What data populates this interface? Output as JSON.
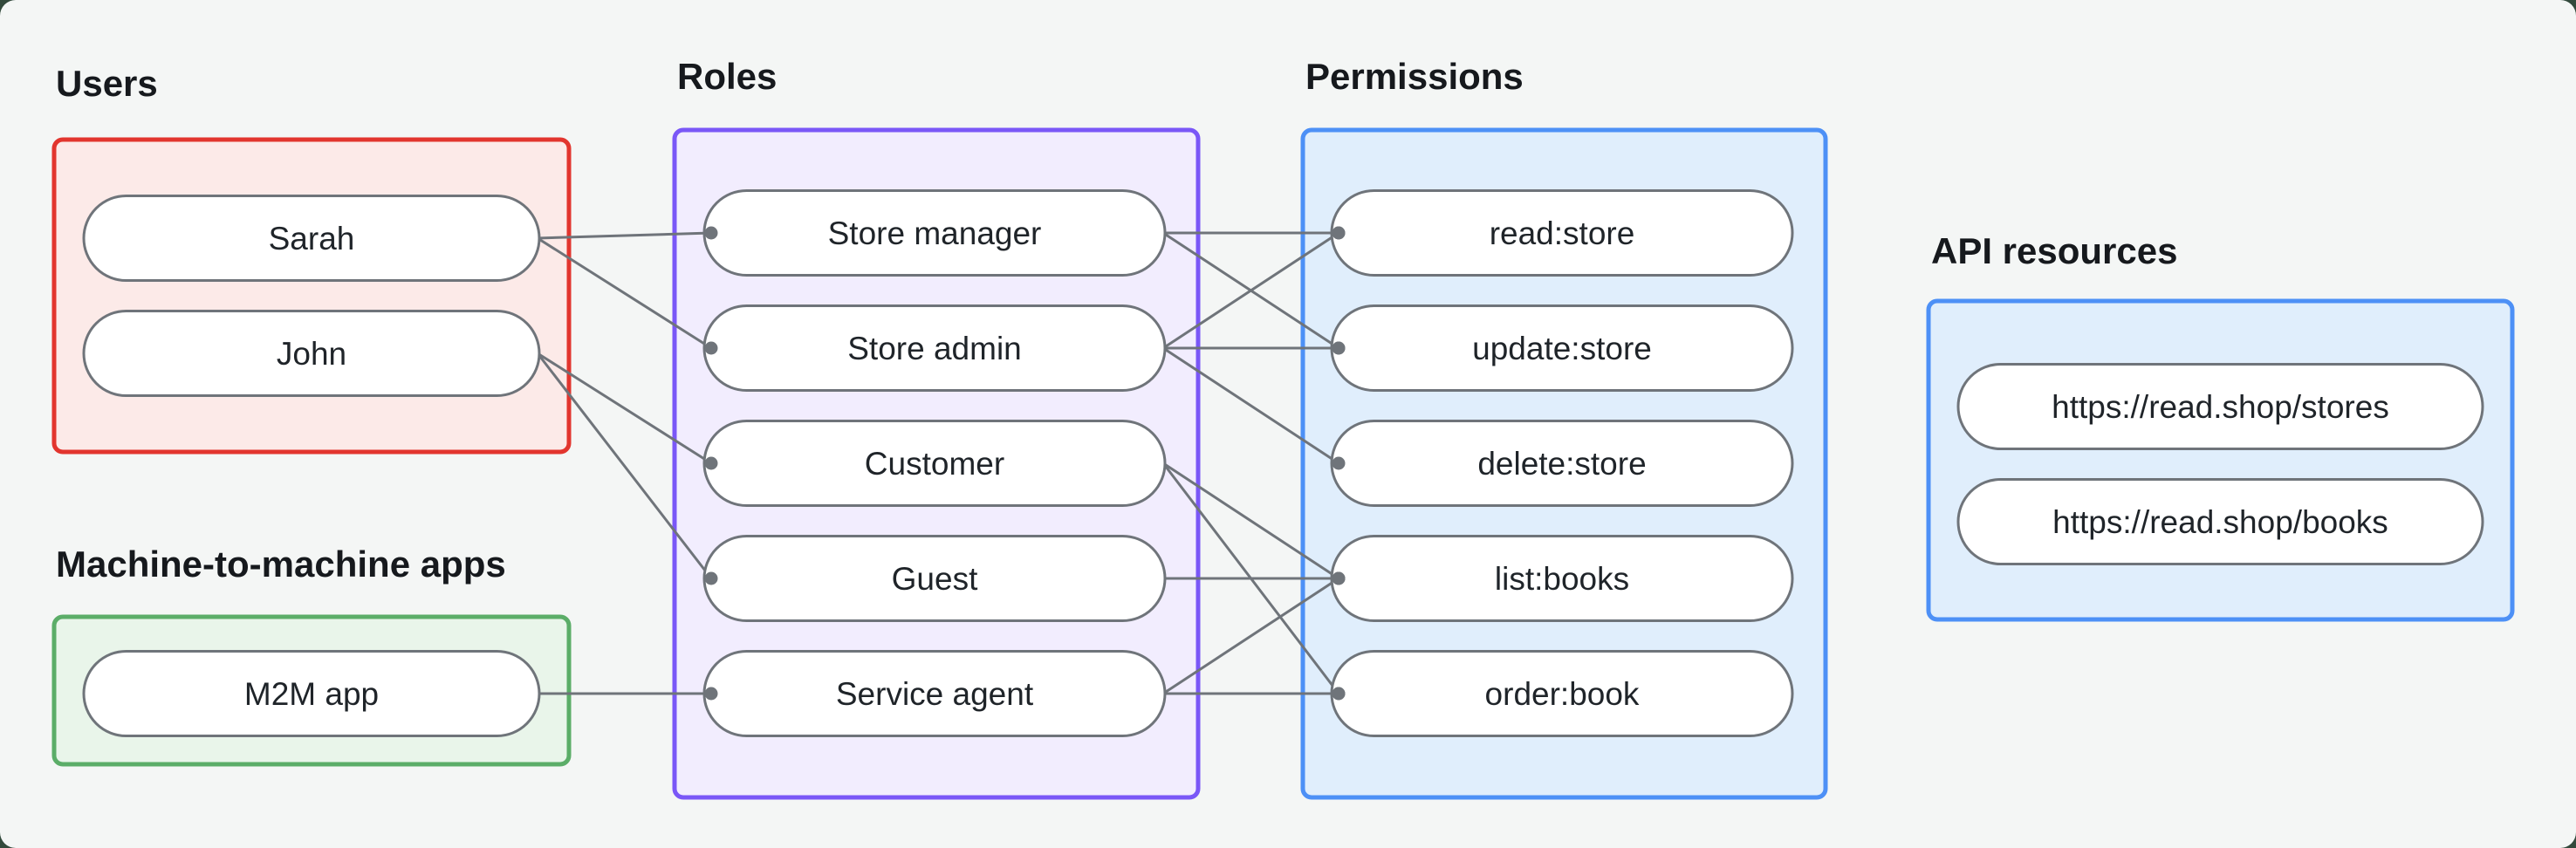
{
  "diagram": {
    "title_hint": "Role-based access control mapping",
    "colors": {
      "canvas_background": "#F4F6F5",
      "outer_background": "#334A3C",
      "edge": "#6F747A",
      "node_border": "#6F747A",
      "node_fill": "#FFFFFF",
      "node_text": "#1F2429",
      "group_label_text": "#16191D"
    },
    "groups": [
      {
        "id": "users",
        "label": "Users",
        "border_color": "#E2352E",
        "fill_color": "#FCEAE8",
        "items": [
          {
            "id": "sarah",
            "label": "Sarah"
          },
          {
            "id": "john",
            "label": "John"
          }
        ]
      },
      {
        "id": "m2m",
        "label": "Machine-to-machine apps",
        "border_color": "#5BAD68",
        "fill_color": "#E9F5EA",
        "items": [
          {
            "id": "m2m-app",
            "label": "M2M app"
          }
        ]
      },
      {
        "id": "roles",
        "label": "Roles",
        "border_color": "#7A57F7",
        "fill_color": "#F2EDFE",
        "items": [
          {
            "id": "store-manager",
            "label": "Store manager"
          },
          {
            "id": "store-admin",
            "label": "Store admin"
          },
          {
            "id": "customer",
            "label": "Customer"
          },
          {
            "id": "guest",
            "label": "Guest"
          },
          {
            "id": "service-agent",
            "label": "Service agent"
          }
        ]
      },
      {
        "id": "permissions",
        "label": "Permissions",
        "border_color": "#4D90F6",
        "fill_color": "#E0EEFC",
        "items": [
          {
            "id": "read-store",
            "label": "read:store"
          },
          {
            "id": "update-store",
            "label": "update:store"
          },
          {
            "id": "delete-store",
            "label": "delete:store"
          },
          {
            "id": "list-books",
            "label": "list:books"
          },
          {
            "id": "order-book",
            "label": "order:book"
          }
        ]
      },
      {
        "id": "api",
        "label": "API resources",
        "border_color": "#4D90F6",
        "fill_color": "#E0EEFC",
        "items": [
          {
            "id": "stores-api",
            "label": "https://read.shop/stores"
          },
          {
            "id": "books-api",
            "label": "https://read.shop/books"
          }
        ]
      }
    ],
    "edges": [
      {
        "from": "sarah",
        "to": "store-manager"
      },
      {
        "from": "sarah",
        "to": "store-admin"
      },
      {
        "from": "john",
        "to": "customer"
      },
      {
        "from": "john",
        "to": "guest"
      },
      {
        "from": "m2m-app",
        "to": "service-agent"
      },
      {
        "from": "store-manager",
        "to": "read-store"
      },
      {
        "from": "store-manager",
        "to": "update-store"
      },
      {
        "from": "store-admin",
        "to": "read-store"
      },
      {
        "from": "store-admin",
        "to": "update-store"
      },
      {
        "from": "store-admin",
        "to": "delete-store"
      },
      {
        "from": "customer",
        "to": "list-books"
      },
      {
        "from": "customer",
        "to": "order-book"
      },
      {
        "from": "guest",
        "to": "list-books"
      },
      {
        "from": "service-agent",
        "to": "list-books"
      },
      {
        "from": "service-agent",
        "to": "order-book"
      }
    ]
  }
}
